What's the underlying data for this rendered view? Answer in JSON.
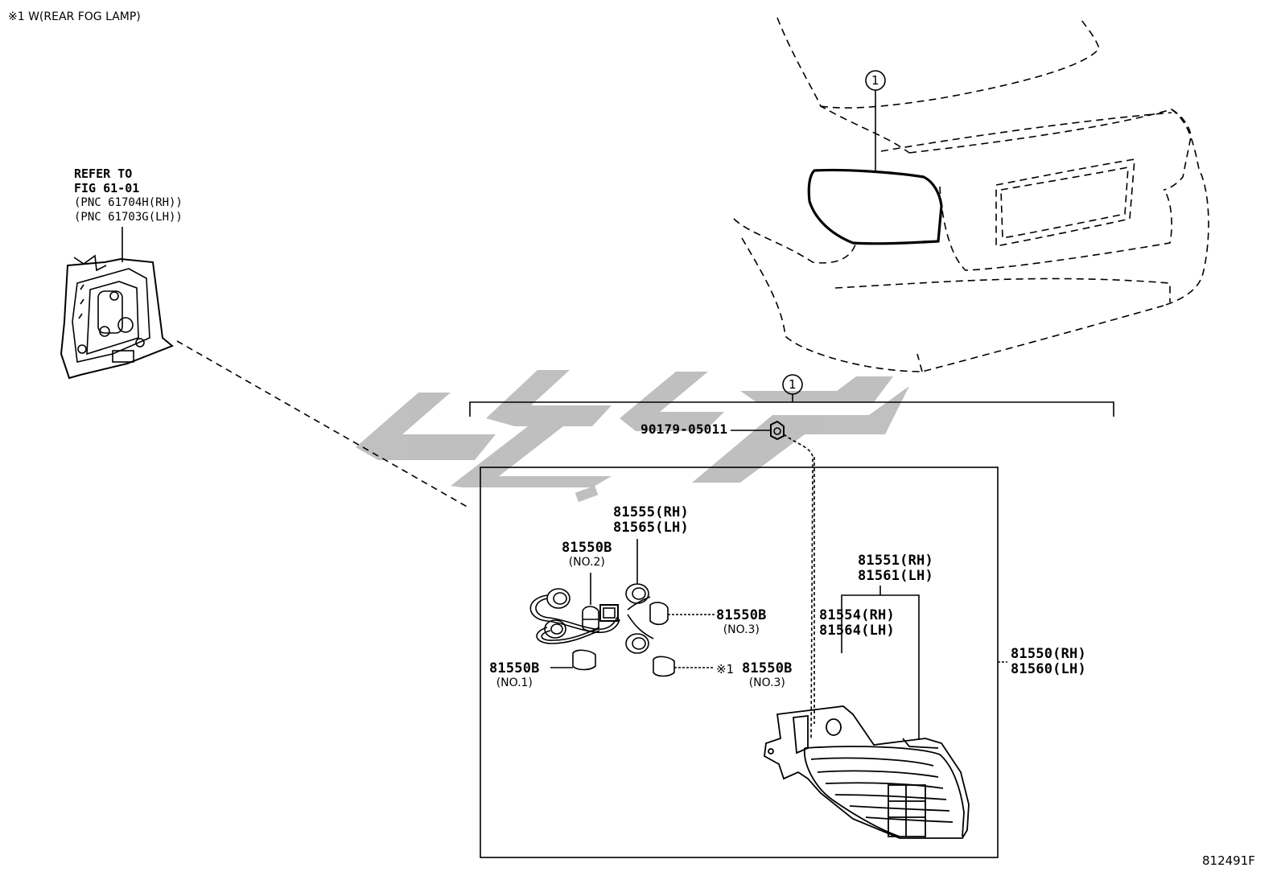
{
  "header": {
    "footnote": "※1 W(REAR FOG LAMP)"
  },
  "refer": {
    "line1": "REFER TO",
    "line2": "FIG 61-01",
    "line3": "(PNC 61704H(RH))",
    "line4": "(PNC 61703G(LH))"
  },
  "callouts": {
    "ref_1_top": "1",
    "ref_1_assembly": "1"
  },
  "parts": {
    "screw": "90179-05011",
    "socket_top_rh": "81555(RH)",
    "socket_top_lh": "81565(LH)",
    "bulb_no2": "81550B",
    "bulb_no2_note": "(NO.2)",
    "bulb_no3_a": "81550B",
    "bulb_no3_a_note": "(NO.3)",
    "bulb_no1": "81550B",
    "bulb_no1_note": "(NO.1)",
    "bulb_no3_b_mark": "※1",
    "bulb_no3_b": "81550B",
    "bulb_no3_b_note": "(NO.3)",
    "lens_rh": "81551(RH)",
    "lens_lh": "81561(LH)",
    "housing_rh": "81554(RH)",
    "housing_lh": "81564(LH)",
    "assembly_rh": "81550(RH)",
    "assembly_lh": "81560(LH)"
  },
  "figure_id": "812491F",
  "colors": {
    "ink": "#000000",
    "watermark": "#b9b9b9"
  }
}
